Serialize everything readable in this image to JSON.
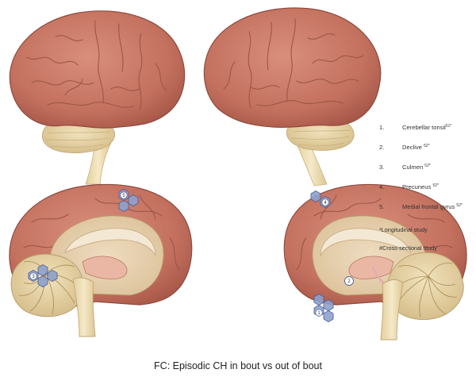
{
  "legend": {
    "items": [
      {
        "number": "1.",
        "label": "Cerebellar tonsil",
        "ref": "51*"
      },
      {
        "number": "2.",
        "label": "Declive",
        "ref": "52*"
      },
      {
        "number": "3.",
        "label": "Culmen",
        "ref": "52*"
      },
      {
        "number": "4.",
        "label": "Precuneus",
        "ref": "52*"
      },
      {
        "number": "5.",
        "label": "Medial frontal gyrus",
        "ref": "52*"
      }
    ],
    "notes": [
      "*Longitudinal study",
      "#Cross-sectional study"
    ]
  },
  "markers": {
    "left_medial": [
      "5",
      "3"
    ],
    "right_medial": [
      "4",
      "2",
      "1"
    ]
  },
  "caption": "FC: Episodic CH in bout vs out of bout",
  "colors": {
    "cortex": "#c87765",
    "cortex_dark": "#9e5446",
    "cerebellum": "#e6d3a6",
    "brainstem": "#efe0b8",
    "marker_fill": "#8fa2cc",
    "marker_stroke": "#51609a"
  }
}
